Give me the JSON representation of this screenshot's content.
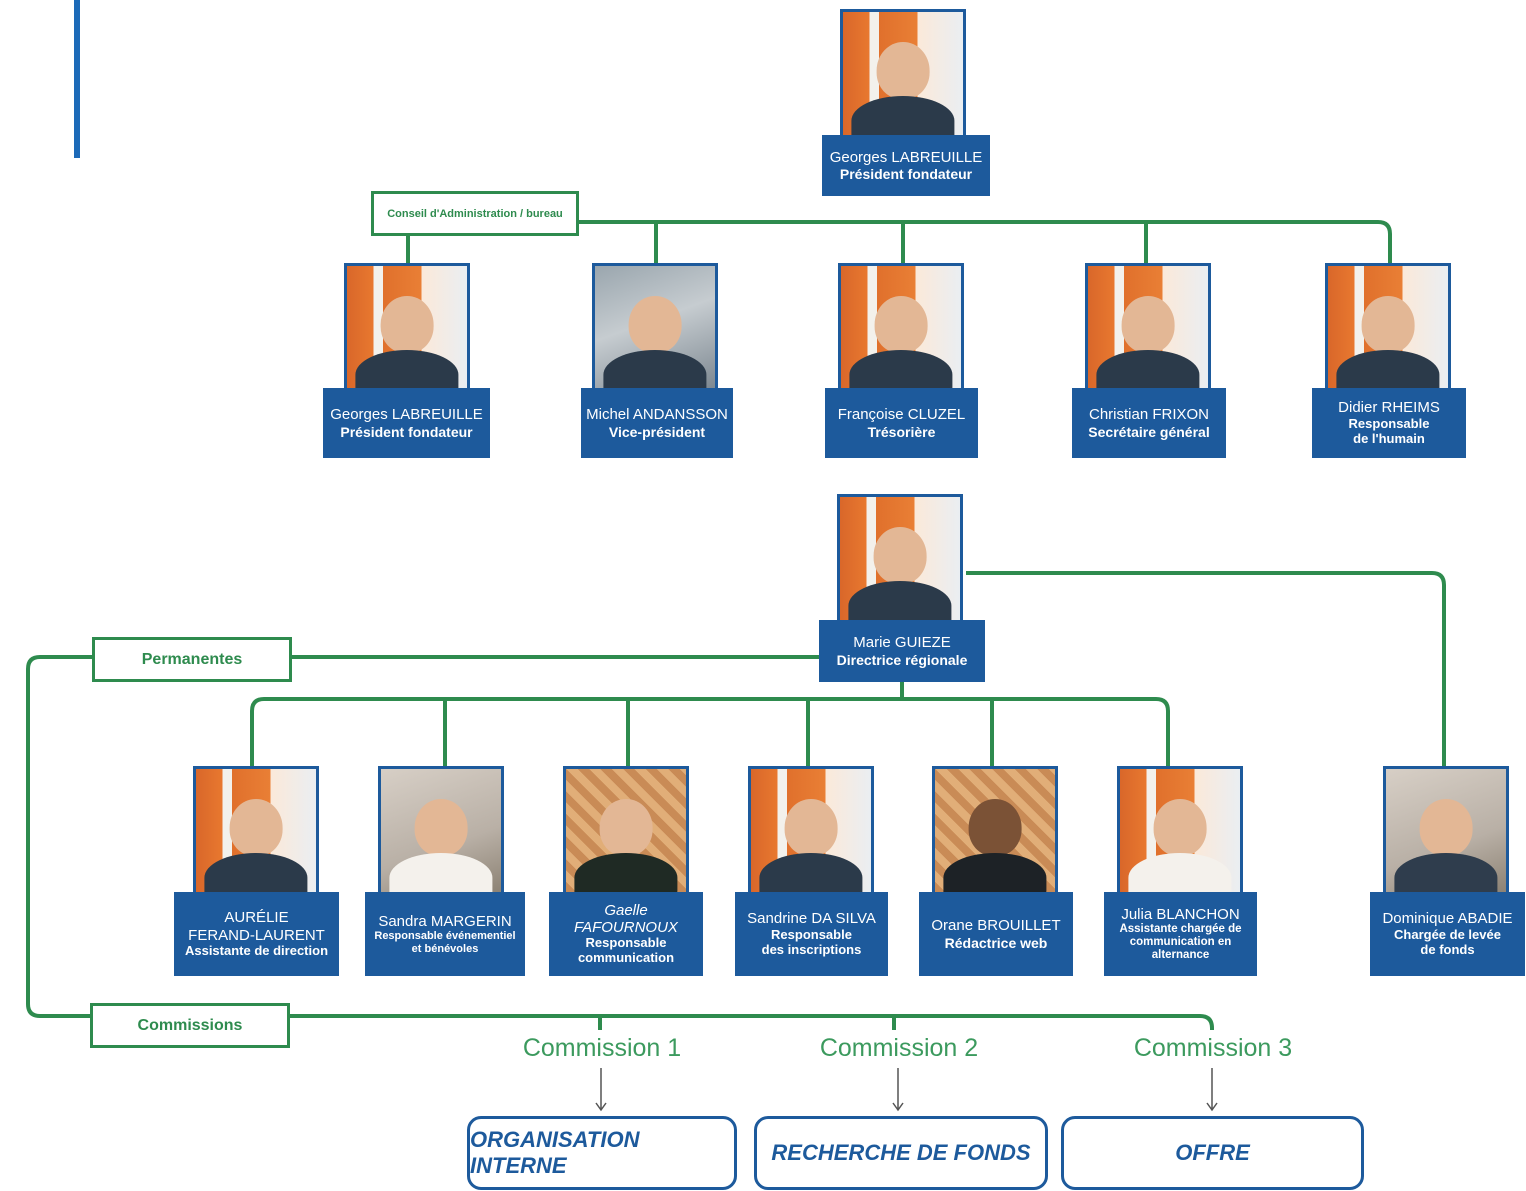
{
  "colors": {
    "line_green": "#2e8b4e",
    "label_blue": "#1d5a9c",
    "accent_blue": "#1c6ab8"
  },
  "president": {
    "name": "Georges LABREUILLE",
    "role": "Président fondateur"
  },
  "board": {
    "title": "Conseil d'Administration / bureau",
    "members": [
      {
        "name": "Georges LABREUILLE",
        "role": "Président fondateur"
      },
      {
        "name": "Michel ANDANSSON",
        "role": "Vice-président"
      },
      {
        "name": "Françoise CLUZEL",
        "role": "Trésorière"
      },
      {
        "name": "Christian FRIXON",
        "role": "Secrétaire général"
      },
      {
        "name": "Didier RHEIMS",
        "role": "Responsable\nde l'humain"
      }
    ]
  },
  "director": {
    "name": "Marie GUIEZE",
    "role": "Directrice régionale"
  },
  "permanentes": {
    "title": "Permanentes",
    "members": [
      {
        "name": "AURÉLIE\nFERAND-LAURENT",
        "role": "Assistante de direction"
      },
      {
        "name": "Sandra MARGERIN",
        "role": "Responsable événementiel\net bénévoles"
      },
      {
        "name": "Gaelle FAFOURNOUX",
        "role": "Responsable\ncommunication"
      },
      {
        "name": "Sandrine DA SILVA",
        "role": "Responsable\ndes inscriptions"
      },
      {
        "name": "Orane BROUILLET",
        "role": "Rédactrice web"
      },
      {
        "name": "Julia BLANCHON",
        "role": "Assistante chargée de\ncommunication en\nalternance"
      }
    ]
  },
  "fundraiser": {
    "name": "Dominique ABADIE",
    "role": "Chargée de levée\nde fonds"
  },
  "commissions": {
    "title": "Commissions",
    "items": [
      {
        "label": "Commission 1",
        "box": "ORGANISATION INTERNE"
      },
      {
        "label": "Commission 2",
        "box": "RECHERCHE DE FONDS"
      },
      {
        "label": "Commission 3",
        "box": "OFFRE"
      }
    ]
  }
}
